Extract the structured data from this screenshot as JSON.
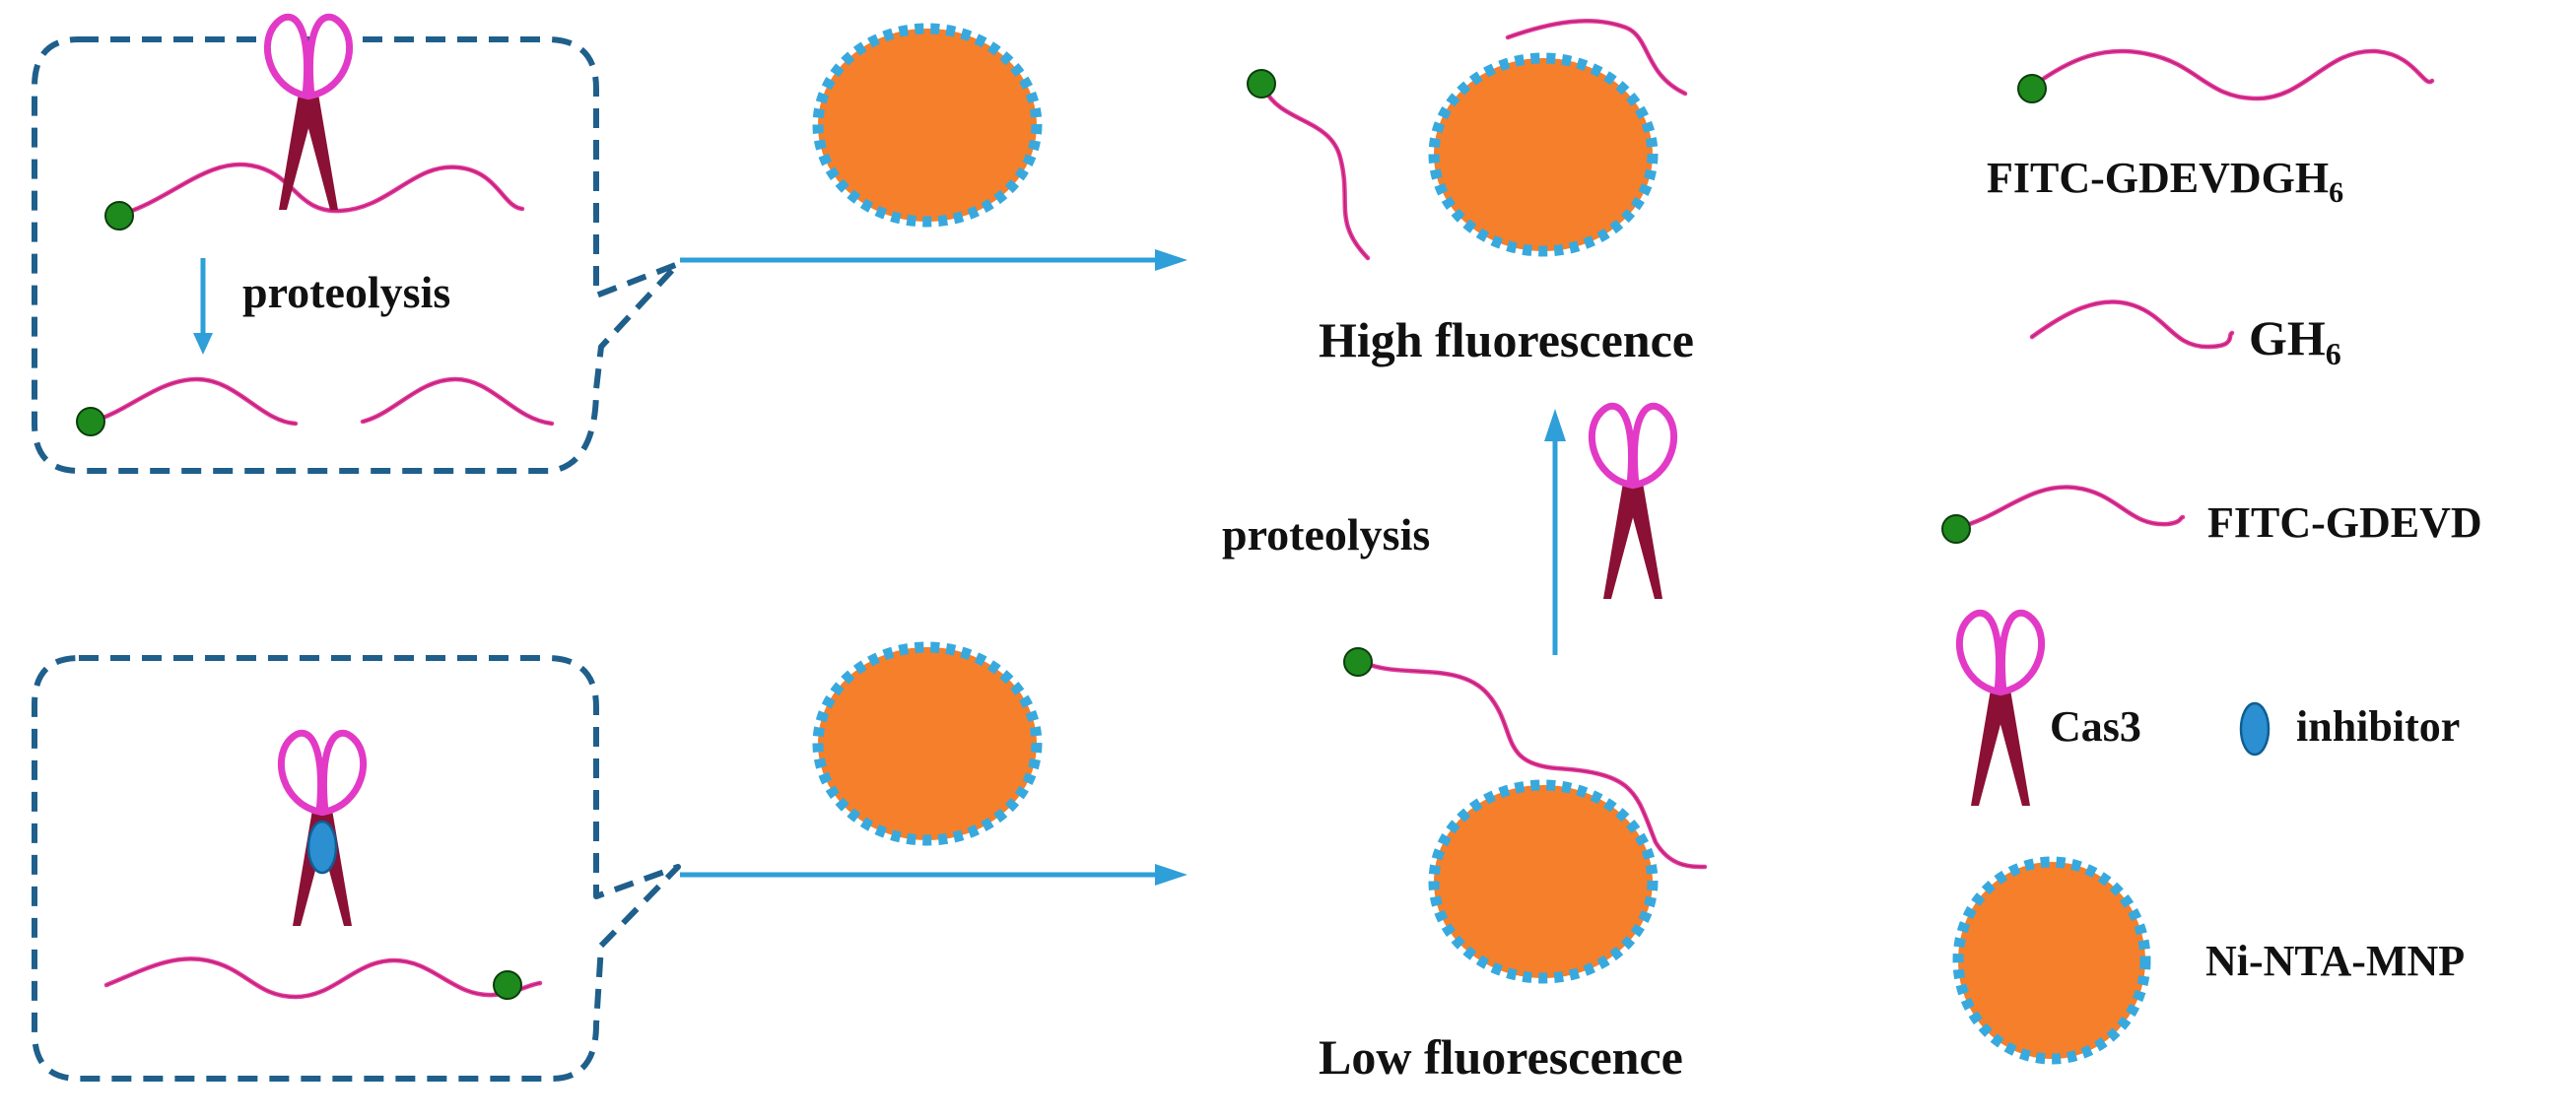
{
  "labels": {
    "proteolysis_box": "proteolysis",
    "proteolysis_mid": "proteolysis",
    "high": "High fluorescence",
    "low": "Low fluorescence"
  },
  "legend": {
    "fitc_gdevdgh6": {
      "main": "FITC-GDEVDGH",
      "sub": "6"
    },
    "gh6": {
      "main": "GH",
      "sub": "6"
    },
    "fitc_gdevd": "FITC-GDEVD",
    "cas3": "Cas3",
    "inhibitor": "inhibitor",
    "mnp": "Ni-NTA-MNP"
  },
  "colors": {
    "peptide": "#e6399a",
    "fitc_dye": "#1e8a1e",
    "nanoparticle_fill": "#f57f2a",
    "nanoparticle_coating": "#38a9de",
    "arrow": "#2e9fd8",
    "callout_border": "#1f5f8b",
    "scissors_handle": "#e23ac7",
    "scissors_blade": "#8b1035",
    "inhibitor": "#2b8fd1"
  }
}
